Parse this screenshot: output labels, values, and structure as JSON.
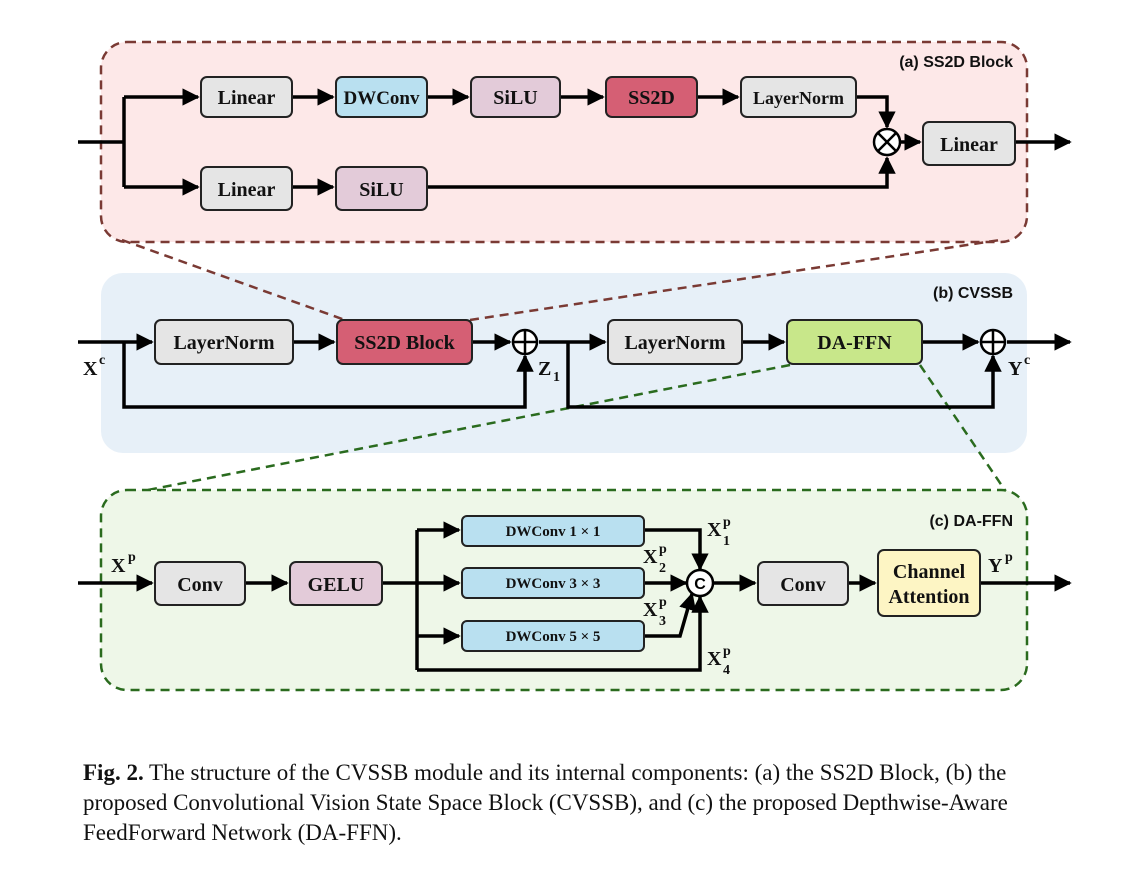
{
  "panels": {
    "ss2d": {
      "title": "(a) SS2D Block",
      "blocks": {
        "linear_top": "Linear",
        "dwconv": "DWConv",
        "silu_top": "SiLU",
        "ss2d": "SS2D",
        "layernorm": "LayerNorm",
        "linear_out": "Linear",
        "linear_bottom": "Linear",
        "silu_bottom": "SiLU"
      }
    },
    "cvssb": {
      "title": "(b) CVSSB",
      "blocks": {
        "layernorm1": "LayerNorm",
        "ss2d_block": "SS2D Block",
        "layernorm2": "LayerNorm",
        "daffn": "DA-FFN"
      },
      "vars": {
        "xc": "X",
        "xc_sup": "c",
        "z1": "Z",
        "z1_sub": "1",
        "yc": "Y",
        "yc_sup": "c"
      }
    },
    "daffn": {
      "title": "(c) DA-FFN",
      "blocks": {
        "conv_in": "Conv",
        "gelu": "GELU",
        "dw1": "DWConv 1 × 1",
        "dw3": "DWConv 3 × 3",
        "dw5": "DWConv 5 × 5",
        "conv_out": "Conv",
        "ca_line1": "Channel",
        "ca_line2": "Attention"
      },
      "vars": {
        "xp": "X",
        "xp_sup": "p",
        "x1": "X",
        "x2": "X",
        "x3": "X",
        "x4": "X",
        "p": "p",
        "sub1": "1",
        "sub2": "2",
        "sub3": "3",
        "sub4": "4",
        "yp": "Y",
        "yp_sup": "p",
        "concat": "C"
      }
    }
  },
  "caption": {
    "label": "Fig. 2.",
    "text": " The structure of the CVSSB module and its internal components: (a) the SS2D Block, (b) the proposed Convolutional Vision State Space Block (CVSSB), and (c) the proposed Depthwise-Aware FeedForward Network (DA-FFN)."
  },
  "colors": {
    "panel_a_fill": "#fde8e8",
    "panel_a_border": "#7a3a34",
    "panel_b_fill": "#e7f0f8",
    "panel_c_fill": "#eef7e8",
    "panel_c_border": "#2a6b1e",
    "gray_block": "#e5e5e5",
    "blue_block": "#b9e0f0",
    "purple_block": "#e3cbd9",
    "red_block": "#d55f74",
    "green_block": "#c8e78a",
    "yellow_block": "#fdf5c4"
  }
}
